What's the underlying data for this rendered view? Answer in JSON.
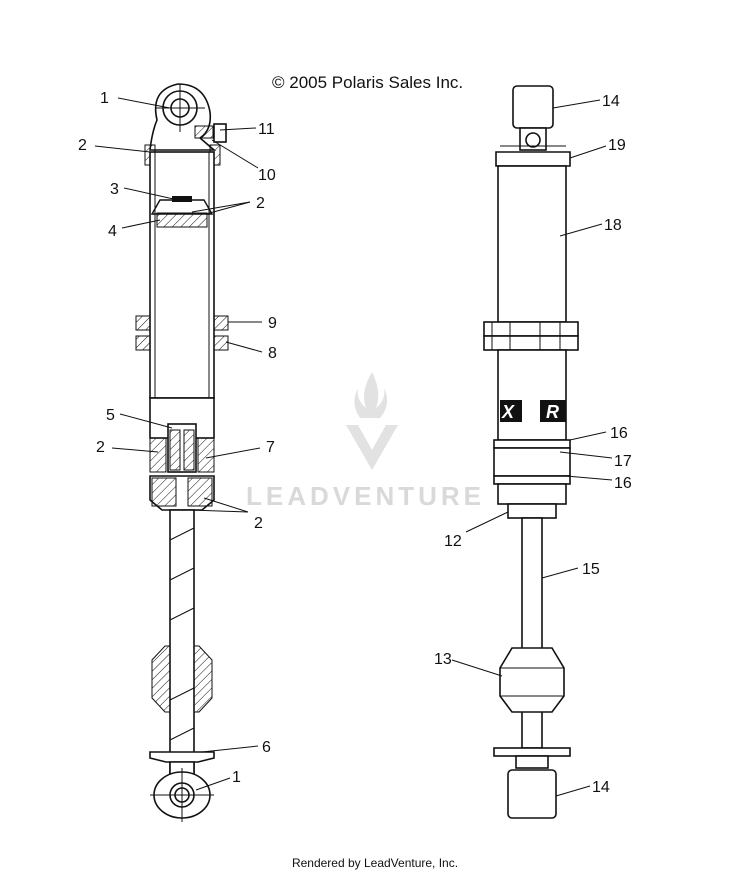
{
  "copyright": "© 2005 Polaris Sales Inc.",
  "footer": "Rendered by LeadVenture, Inc.",
  "watermark": "LEADVENTURE",
  "callouts": {
    "c1a": "1",
    "c2a": "2",
    "c3": "3",
    "c2b": "2",
    "c4": "4",
    "c11": "11",
    "c10": "10",
    "c9": "9",
    "c8": "8",
    "c5": "5",
    "c2c": "2",
    "c7": "7",
    "c2d": "2",
    "c6": "6",
    "c1b": "1",
    "c14a": "14",
    "c19": "19",
    "c18": "18",
    "c16a": "16",
    "c17": "17",
    "c16b": "16",
    "c12": "12",
    "c15": "15",
    "c13": "13",
    "c14b": "14"
  },
  "decal_letters": {
    "left": "X",
    "right": "R"
  }
}
